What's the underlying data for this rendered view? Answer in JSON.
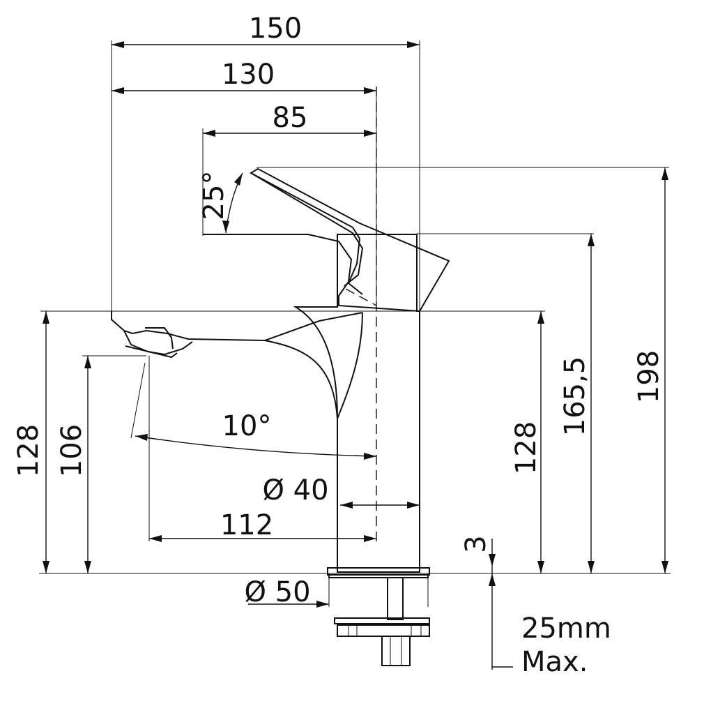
{
  "dimensions": {
    "width_150": "150",
    "width_130": "130",
    "width_85": "85",
    "angle_25": "25°",
    "angle_10": "10°",
    "height_128_left": "128",
    "height_106": "106",
    "height_128_right": "128",
    "height_165_5": "165,5",
    "height_198": "198",
    "dia_40": "Ø 40",
    "reach_112": "112",
    "base_3": "3",
    "dia_50": "Ø 50",
    "max_thickness": "25mm",
    "max_label": "Max."
  },
  "colors": {
    "line": "#111111",
    "background": "#ffffff"
  }
}
